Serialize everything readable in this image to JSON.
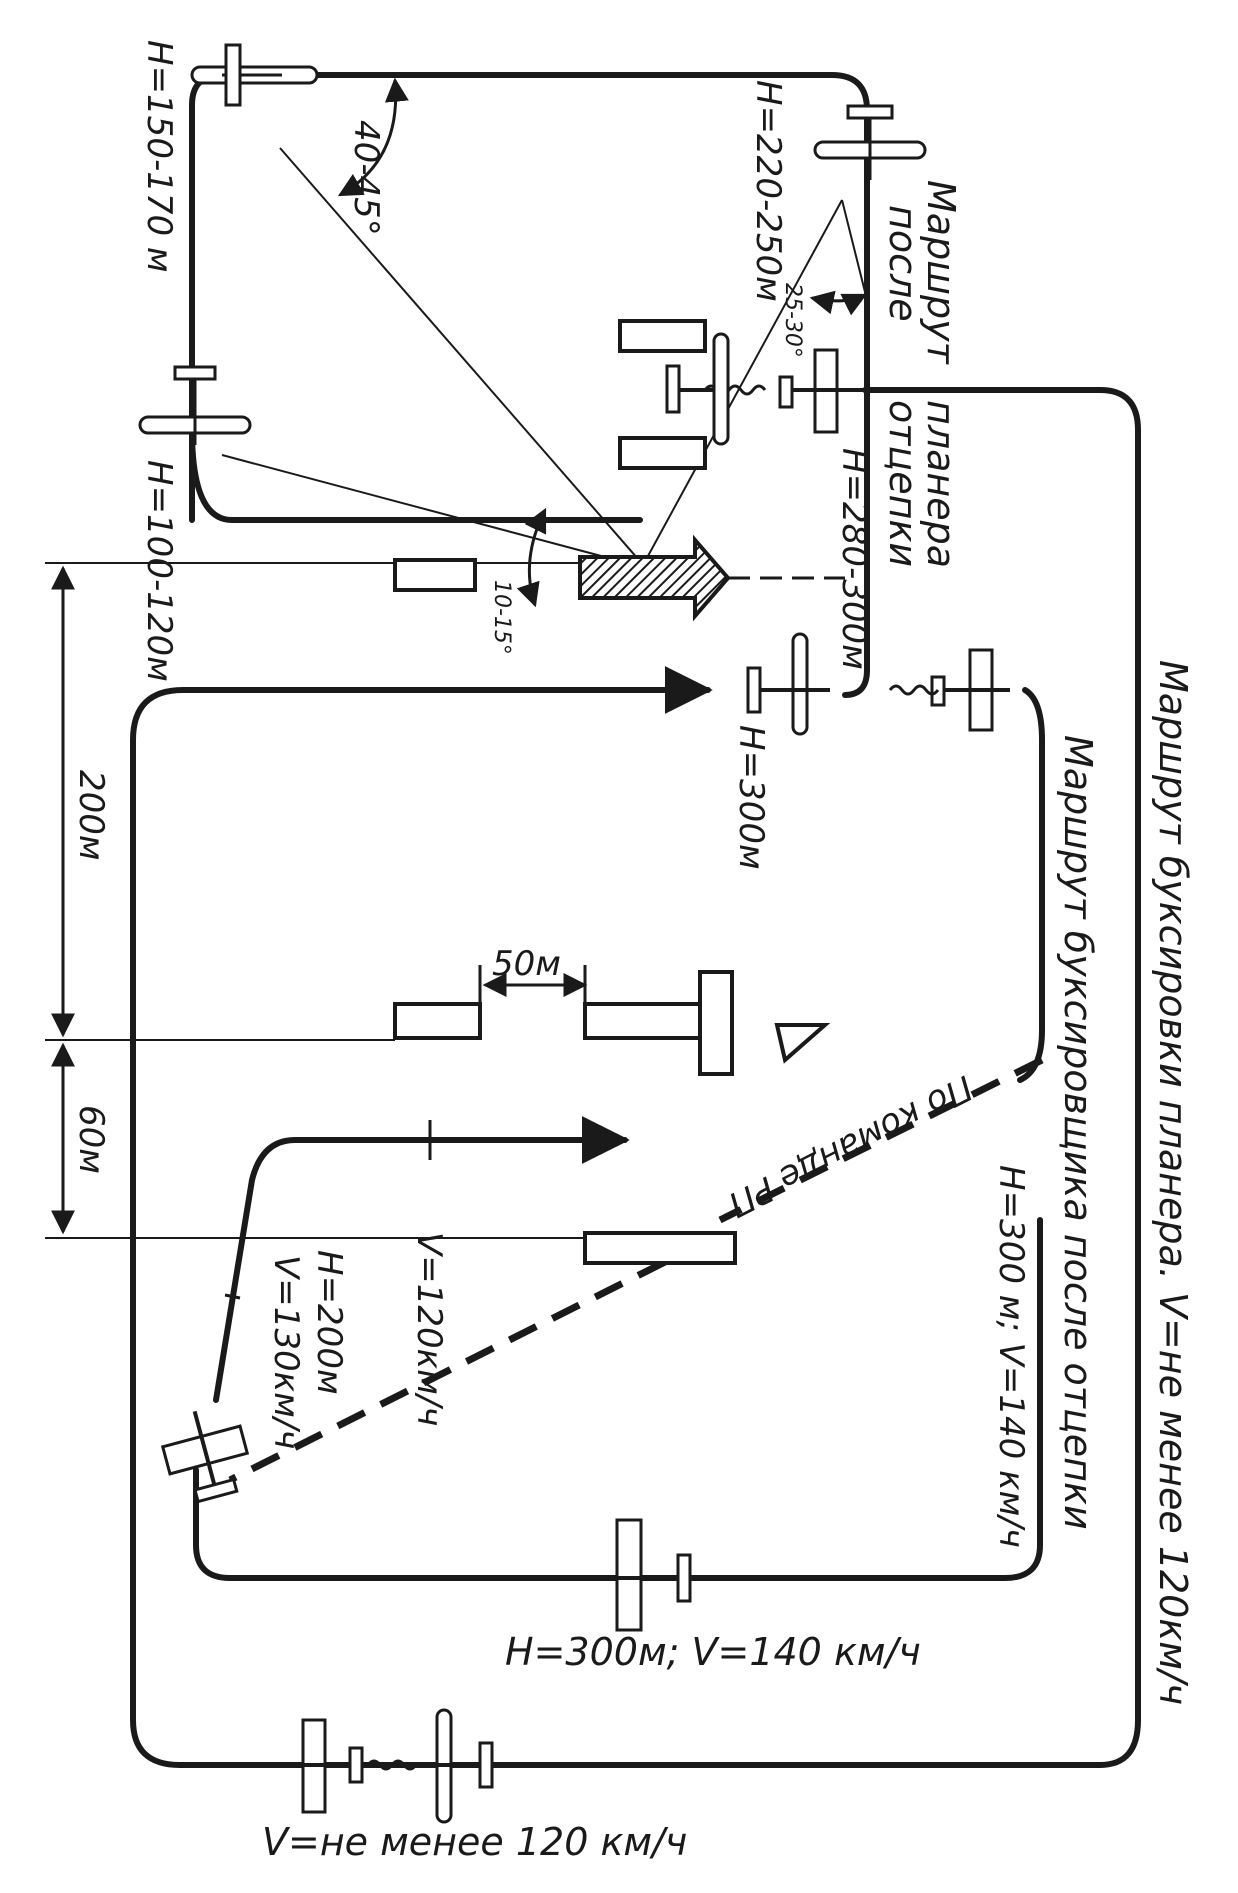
{
  "labels": {
    "h_150_170": "Н=150-170 м",
    "angle_40_45": "40-45°",
    "h_220_250": "Н=220-250м",
    "route_after_release_1": "Маршрут",
    "route_after_release_2": "планера",
    "route_after_release_3": "после",
    "route_after_release_4": "отцепки",
    "angle_25_30": "25-30°",
    "h_280_300": "Н=280-300м",
    "h_100_120": "Н=100-120м",
    "angle_10_15": "10-15°",
    "h_300": "Н=300м",
    "dist_200": "200м",
    "dist_50": "50м",
    "dist_60": "60м",
    "tow_route": "Маршрут буксировки планера. V=не менее 120км/ч",
    "tug_route": "Маршрут буксировщика после отцепки",
    "on_command": "По команде РП",
    "h_300_v_140_side": "Н=300 м; V=140 км/ч",
    "h_200_v_130_a": "Н=200м",
    "h_200_v_130_b": "V=130км/ч",
    "v_120": "V=120км/ч",
    "h_300_v_140_bottom": "Н=300м; V=140 км/ч",
    "v_min_120_bottom": "V=не менее 120 км/ч"
  },
  "icons": [
    "glider-icon",
    "tow-plane-icon",
    "landing-t-icon",
    "wind-direction-icon",
    "landing-direction-arrow-icon",
    "triangle-marker-icon"
  ]
}
